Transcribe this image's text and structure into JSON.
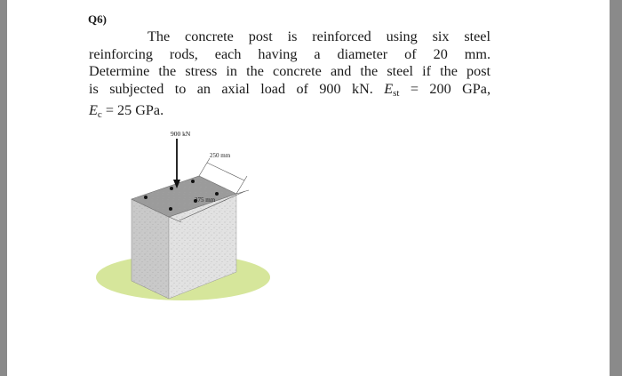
{
  "question": {
    "number": "Q6)",
    "lines": [
      "The concrete post is reinforced using six steel",
      "reinforcing rods, each having a diameter of 20 mm.",
      "Determine the stress in the concrete and the steel if the post",
      "is subjected to an axial load of 900 kN."
    ],
    "est_symbol": "E",
    "est_sub": "st",
    "est_value": " = 200 GPa,",
    "ec_symbol": "E",
    "ec_sub": "c",
    "ec_value": " = 25 GPa."
  },
  "figure": {
    "load_label": "900 kN",
    "dim_width": "250 mm",
    "dim_depth": "375 mm",
    "colors": {
      "concrete_front": "#c9c9c9",
      "concrete_side": "#e2e2e2",
      "concrete_top": "#9b9b9b",
      "shadow": "#c8de7a"
    }
  }
}
